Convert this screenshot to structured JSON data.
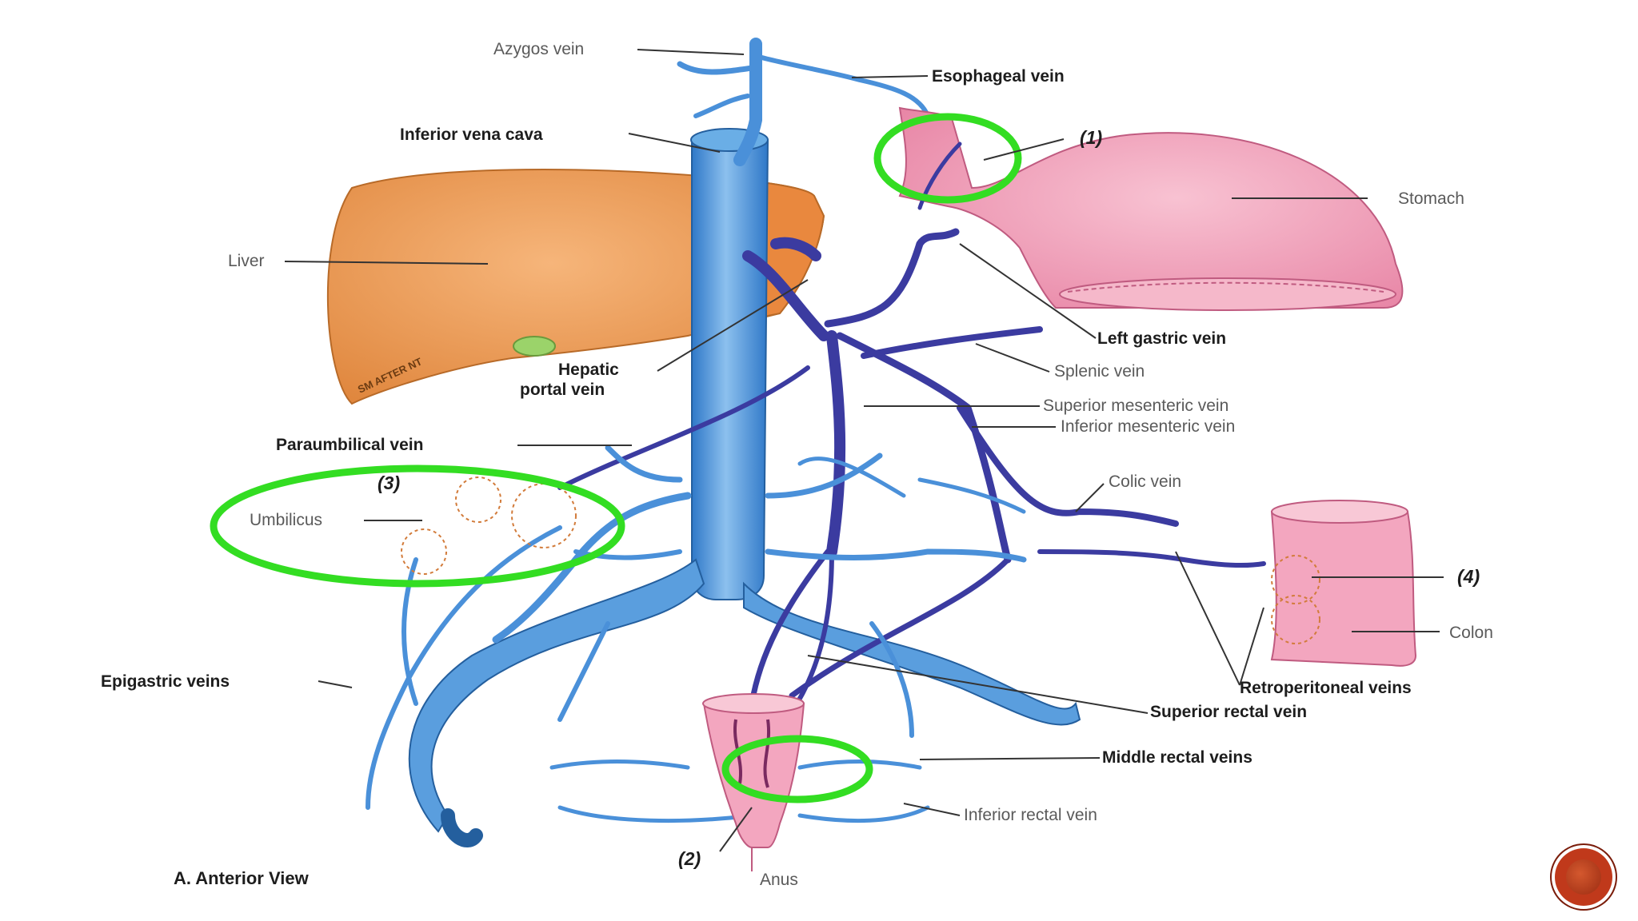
{
  "diagram": {
    "view_title": "A. Anterior View",
    "labels": {
      "azygos_vein": "Azygos vein",
      "esophageal_vein": "Esophageal vein",
      "inferior_vena_cava": "Inferior vena cava",
      "stomach": "Stomach",
      "liver": "Liver",
      "left_gastric_vein": "Left gastric vein",
      "hepatic_portal_vein_line1": "Hepatic",
      "hepatic_portal_vein_line2": "portal vein",
      "splenic_vein": "Splenic vein",
      "superior_mesenteric_vein": "Superior mesenteric vein",
      "inferior_mesenteric_vein": "Inferior mesenteric vein",
      "paraumbilical_vein": "Paraumbilical vein",
      "umbilicus": "Umbilicus",
      "colic_vein": "Colic vein",
      "colon": "Colon",
      "retroperitoneal_veins": "Retroperitoneal veins",
      "epigastric_veins": "Epigastric veins",
      "superior_rectal_vein": "Superior rectal vein",
      "middle_rectal_veins": "Middle rectal veins",
      "inferior_rectal_vein": "Inferior rectal vein",
      "anus": "Anus",
      "liver_signature": "SM AFTER NT"
    },
    "site_numbers": {
      "site1": "(1)",
      "site2": "(2)",
      "site3": "(3)",
      "site4": "(4)"
    }
  },
  "colors": {
    "systemic_vein": "#4a90d9",
    "portal_vein": "#3b3ba0",
    "liver": "#e8914a",
    "stomach": "#f0a0b8",
    "highlight": "#33dd22",
    "nav_button": "#c0391b"
  },
  "nav": {
    "next_button_icon": "next-slide-icon"
  }
}
